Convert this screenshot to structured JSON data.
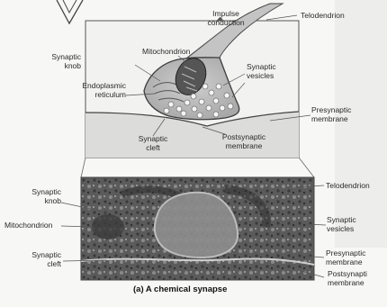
{
  "figure": {
    "top_labels": {
      "impulse_conduction": [
        "Impulse",
        "conduction"
      ],
      "telodendrion": "Telodendrion",
      "synaptic_knob": [
        "Synaptic",
        "knob"
      ],
      "mitochondrion": "Mitochondrion",
      "synaptic_vesicles": [
        "Synaptic",
        "vesicles"
      ],
      "endoplasmic_reticulum": [
        "Endoplasmic",
        "reticulum"
      ],
      "presynaptic_membrane": [
        "Presynaptic",
        "membrane"
      ],
      "synaptic_cleft": [
        "Synaptic",
        "cleft"
      ],
      "postsynaptic_membrane": [
        "Postsynaptic",
        "membrane"
      ]
    },
    "micrograph_labels": {
      "telodendrion": "Telodendrion",
      "synaptic_knob": [
        "Synaptic",
        "knob"
      ],
      "mitochondrion": "Mitochondrion",
      "synaptic_vesicles": [
        "Synaptic",
        "vesicles"
      ],
      "synaptic_cleft": [
        "Synaptic",
        "cleft"
      ],
      "presynaptic_membrane": [
        "Presynaptic",
        "membrane"
      ],
      "postsynaptic_membrane": [
        "Postsynapti",
        "membrane"
      ]
    },
    "caption": "(a) A chemical synapse"
  }
}
